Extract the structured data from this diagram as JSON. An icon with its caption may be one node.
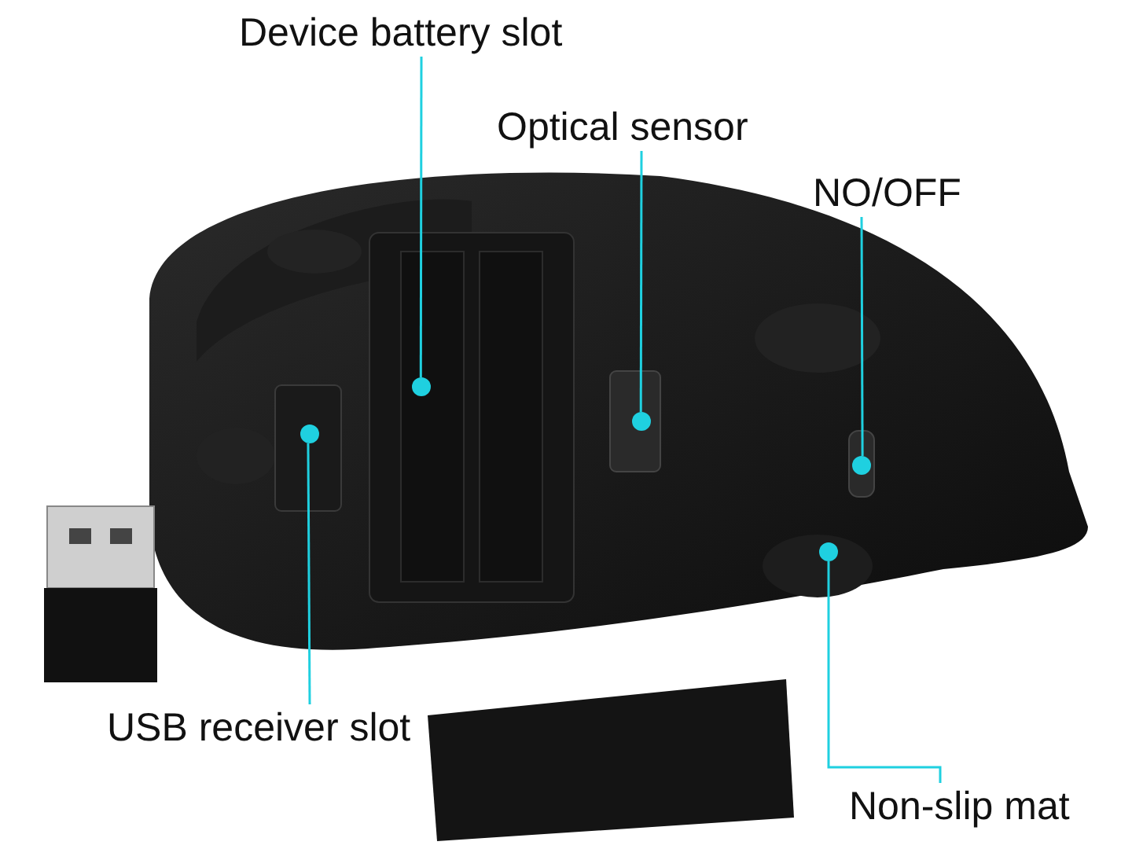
{
  "diagram": {
    "nodes": [
      {
        "text": [
          "Device battery slot"
        ]
      },
      {
        "text": [
          "Optical sensor"
        ]
      },
      {
        "text": [
          "NO/OFF"
        ]
      },
      {
        "text": [
          "USB receiver slot"
        ]
      },
      {
        "text": [
          "Non-slip mat"
        ]
      },
      {
        "text": [],
        "shape": "circle"
      },
      {
        "text": [],
        "shape": "circle"
      },
      {
        "text": [],
        "shape": "circle"
      },
      {
        "text": [],
        "shape": "circle"
      },
      {
        "text": [],
        "shape": "circle"
      }
    ],
    "edges": [
      {
        "from": 0,
        "to": 5,
        "arrow": "none"
      },
      {
        "from": 1,
        "to": 6,
        "arrow": "none"
      },
      {
        "from": 2,
        "to": 7,
        "arrow": "none"
      },
      {
        "from": 3,
        "to": 8,
        "arrow": "none"
      },
      {
        "from": 4,
        "to": 9,
        "arrow": "none"
      }
    ]
  }
}
